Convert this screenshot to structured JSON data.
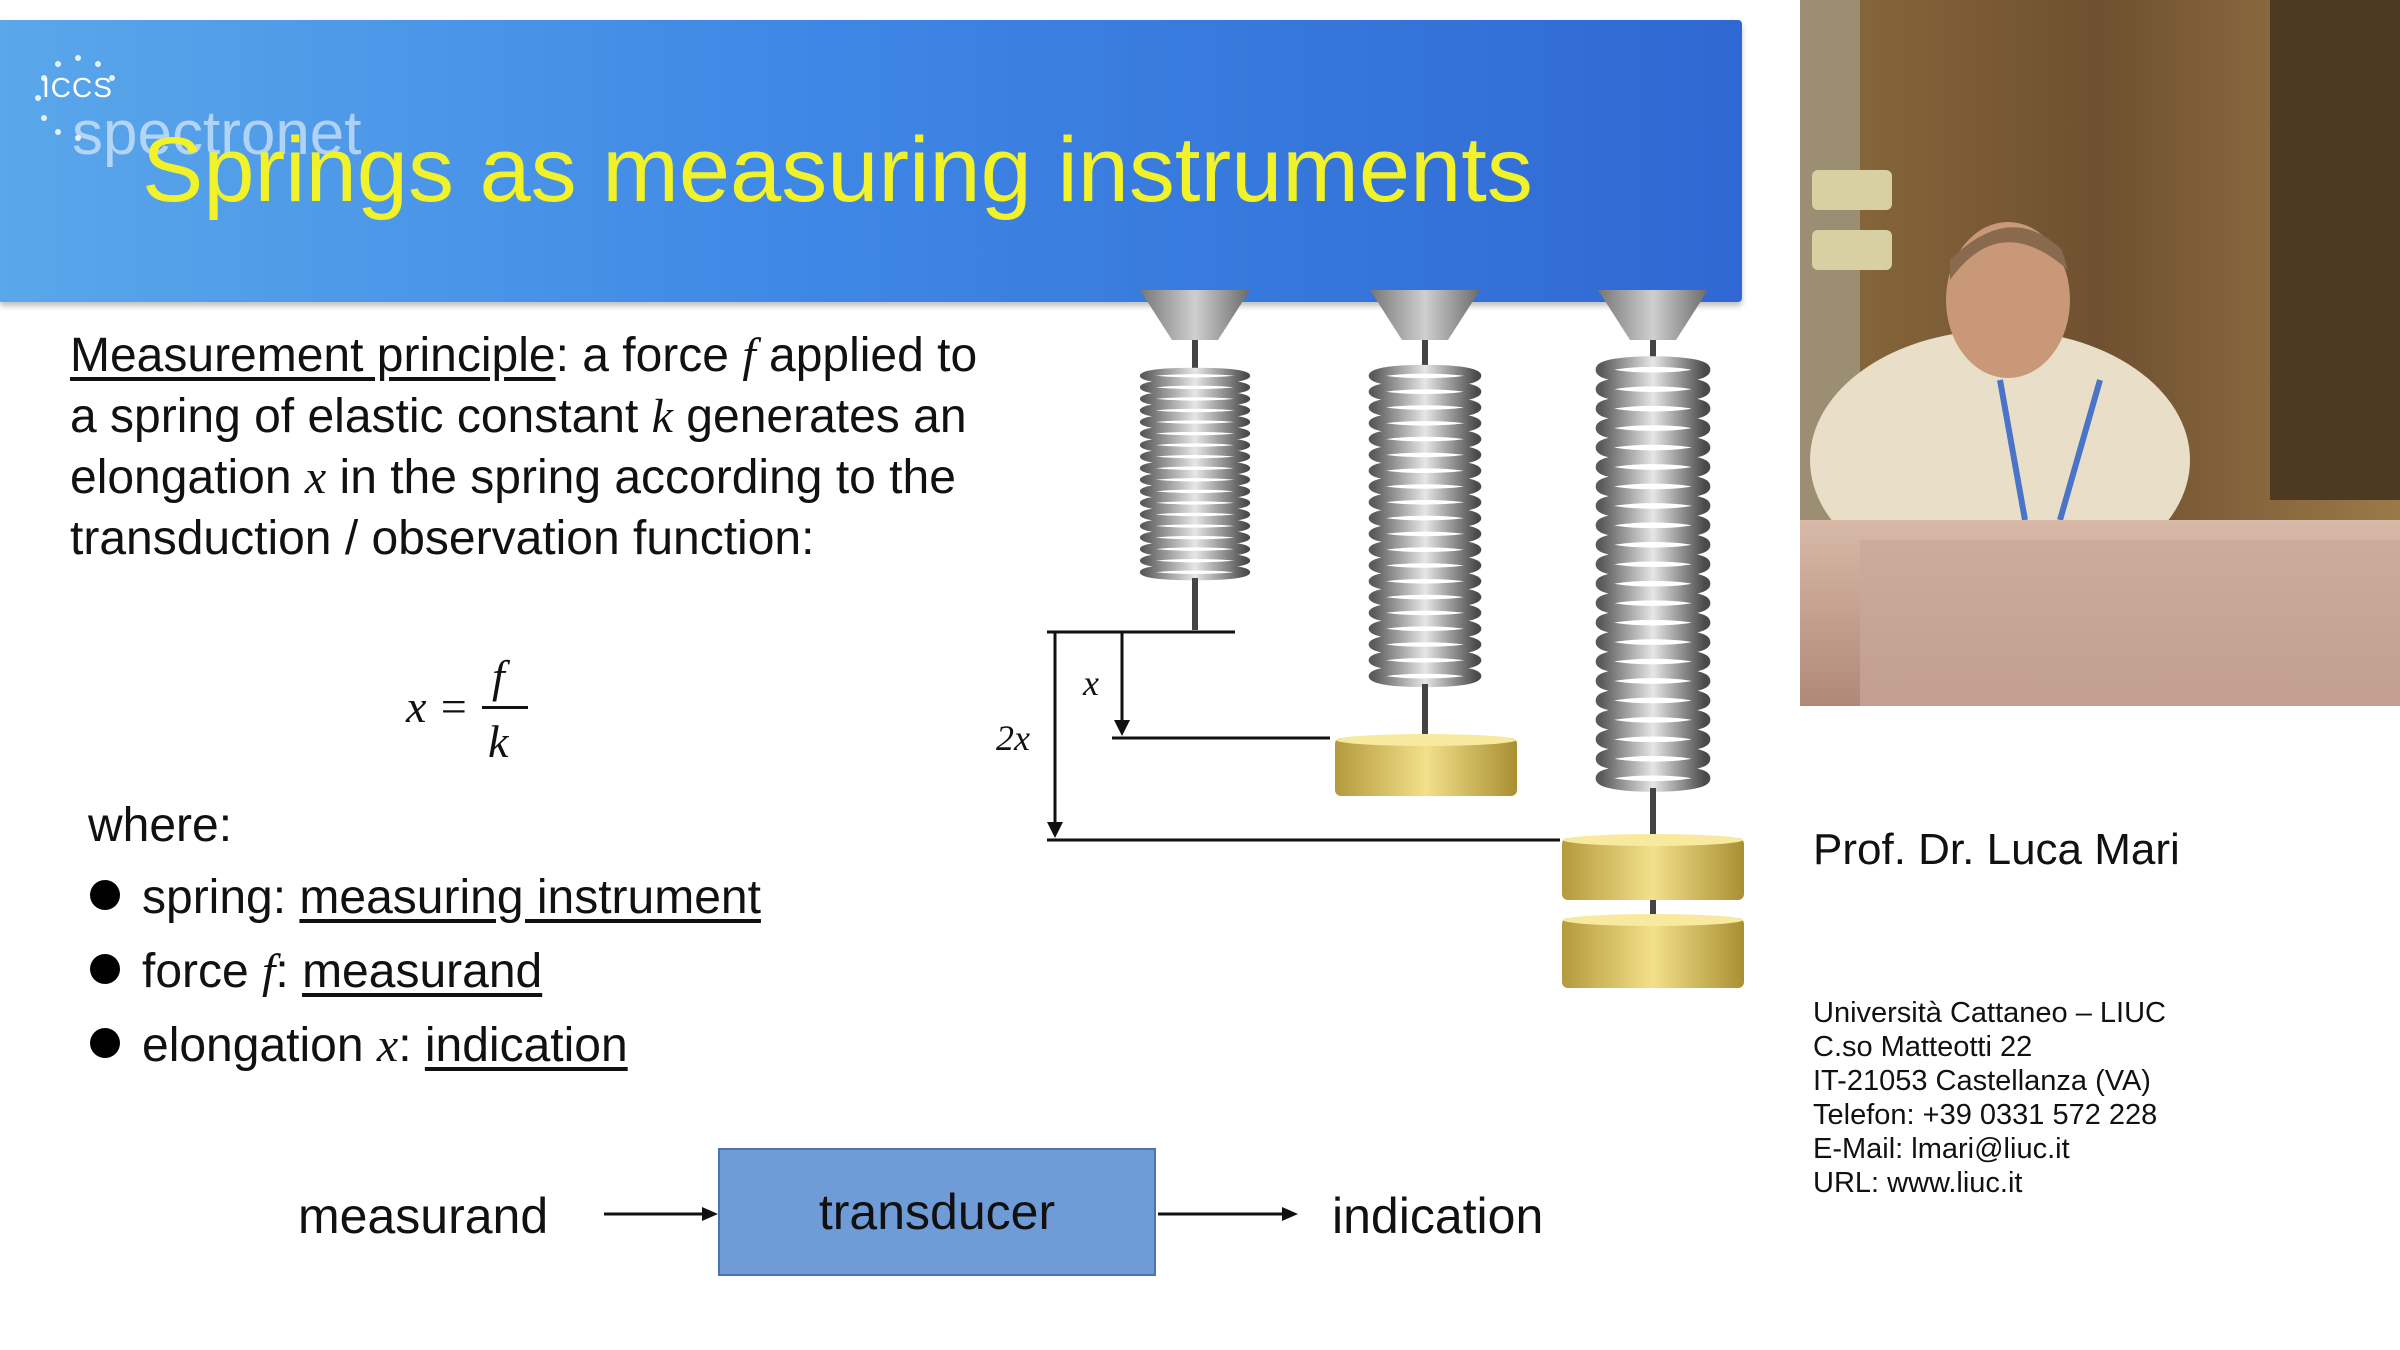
{
  "slide": {
    "logo": {
      "top_text": "ICCS",
      "bottom_text": "spectronet"
    },
    "title": "Springs as measuring instruments",
    "principle": {
      "heading": "Measurement principle",
      "p1": ": a force ",
      "f": "f",
      "p2": " applied to a spring of elastic constant ",
      "k": "k",
      "p3": " generates an elongation ",
      "x": "x",
      "p4": " in the spring according to the transduction / observation function:"
    },
    "formula": {
      "lhs": "x =",
      "numerator": "f",
      "denominator": "k"
    },
    "where_label": "where:",
    "bullets": [
      {
        "prefix": "spring: ",
        "var": "",
        "sep": "",
        "term": "measuring instrument"
      },
      {
        "prefix": "force ",
        "var": "f",
        "sep": ": ",
        "term": "measurand"
      },
      {
        "prefix": "elongation ",
        "var": "x",
        "sep": ": ",
        "term": "indication"
      }
    ],
    "diagram": {
      "label_x": "x",
      "label_2x": "2x"
    },
    "flow": {
      "input": "measurand",
      "block": "transducer",
      "output": "indication"
    }
  },
  "speaker": {
    "name": "Prof. Dr. Luca Mari",
    "contact": [
      "Università Cattaneo – LIUC",
      "C.so Matteotti 22",
      "IT-21053 Castellanza (VA)",
      "Telefon: +39 0331 572 228",
      "E-Mail: lmari@liuc.it",
      "URL: www.liuc.it"
    ]
  },
  "colors": {
    "banner": "#3f88e6",
    "title": "#f2f22a",
    "block": "#6f9cd6",
    "weight": "#d9c565"
  }
}
